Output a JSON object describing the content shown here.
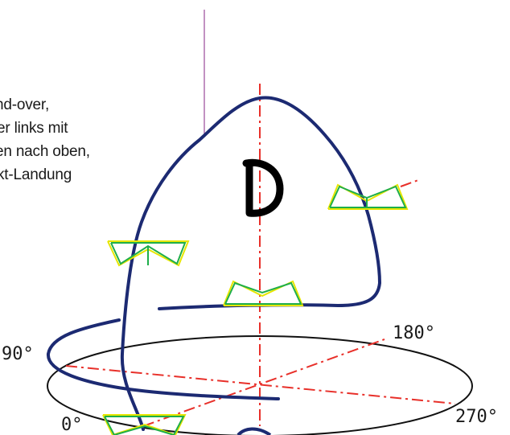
{
  "caption": {
    "lines": [
      "nd-over,",
      "er links mit",
      "en nach oben,",
      "kt-Landung"
    ]
  },
  "angles": {
    "a90": "90°",
    "a180": "180°",
    "a270": "270°",
    "a0": "0°"
  },
  "maneuver_letter": "D",
  "colors": {
    "path": "#1c2a72",
    "axis": "#e8302a",
    "heli_yellow": "#e6e600",
    "heli_green": "#1fae4a",
    "vertical_line": "#9a4a9a",
    "text": "#1a1a1a"
  }
}
